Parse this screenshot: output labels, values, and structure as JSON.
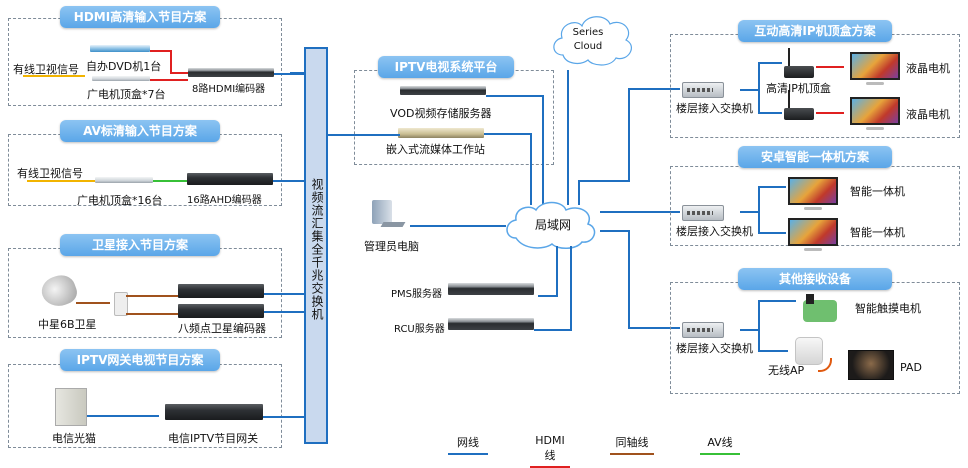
{
  "groups": {
    "hdmi": {
      "title": "HDMI高清输入节目方案",
      "signal": "有线卫视信号",
      "dvd": "自办DVD机1台",
      "stb": "广电机顶盒*7台",
      "encoder": "8路HDMI编码器"
    },
    "av": {
      "title": "AV标清输入节目方案",
      "signal": "有线卫视信号",
      "stb": "广电机顶盒*16台",
      "encoder": "16路AHD编码器"
    },
    "satellite": {
      "title": "卫星接入节目方案",
      "dish": "中星6B卫星",
      "encoder": "八频点卫星编码器"
    },
    "iptv_gateway": {
      "title": "IPTV网关电视节目方案",
      "modem": "电信光猫",
      "gateway": "电信IPTV节目网关"
    },
    "iptv_platform": {
      "title": "IPTV电视系统平台",
      "vod": "VOD视频存储服务器",
      "streaming": "嵌入式流媒体工作站"
    },
    "ip_stb": {
      "title": "互动高清IP机顶盒方案",
      "switch": "楼层接入交换机",
      "stb": "高清IP机顶盒",
      "tv1": "液晶电机",
      "tv2": "液晶电机"
    },
    "android": {
      "title": "安卓智能一体机方案",
      "switch": "楼层接入交换机",
      "device1": "智能一体机",
      "device2": "智能一体机"
    },
    "other": {
      "title": "其他接收设备",
      "switch": "楼层接入交换机",
      "touch": "智能触摸电机",
      "ap": "无线AP",
      "pad": "PAD"
    }
  },
  "core": {
    "aggregation_switch": "视频流汇集全千兆交换机",
    "lan": "局域网",
    "cloud": "Series Cloud",
    "admin_pc": "管理员电脑",
    "pms": "PMS服务器",
    "rcu": "RCU服务器"
  },
  "legend": [
    {
      "label": "网线",
      "color": "#1f6fc0"
    },
    {
      "label": "HDMI线",
      "color": "#e02020"
    },
    {
      "label": "同轴线",
      "color": "#a0521d"
    },
    {
      "label": "AV线",
      "color": "#37c037"
    }
  ]
}
